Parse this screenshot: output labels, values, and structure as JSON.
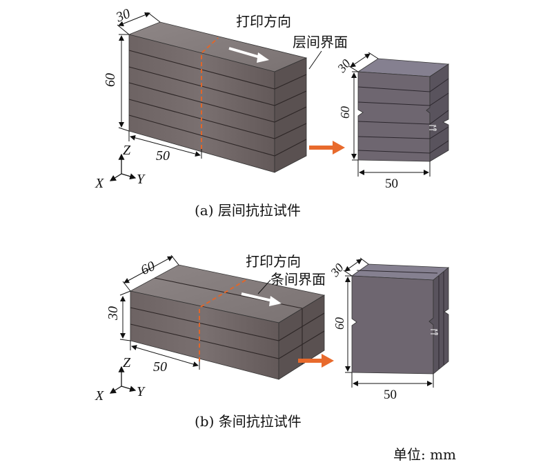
{
  "panel_a": {
    "print_direction_label": "打印方向",
    "interface_label": "层间界面",
    "caption": "(a) 层间抗拉试件",
    "block": {
      "dim_width": "30",
      "dim_height": "60",
      "dim_length": "50"
    },
    "specimen": {
      "dim_width": "30",
      "dim_height": "60",
      "dim_length": "50",
      "notch": "5"
    },
    "axes": {
      "z": "Z",
      "x": "X",
      "y": "Y"
    }
  },
  "panel_b": {
    "print_direction_label": "打印方向",
    "interface_label": "条间界面",
    "caption": "(b) 条间抗拉试件",
    "block": {
      "dim_width": "60",
      "dim_height": "30",
      "dim_length": "50"
    },
    "specimen": {
      "dim_width": "30",
      "dim_height": "60",
      "dim_length": "50",
      "notch": "5"
    },
    "axes": {
      "z": "Z",
      "x": "X",
      "y": "Y"
    }
  },
  "unit_label": "单位: mm",
  "colors": {
    "block_front": "#6f6565",
    "block_top": "#8a8282",
    "block_side": "#5a5151",
    "specimen_front": "#6e6670",
    "specimen_top": "#858090",
    "specimen_side": "#59535d",
    "dashed_line": "#e0662a",
    "arrow": "#e86a2c"
  }
}
